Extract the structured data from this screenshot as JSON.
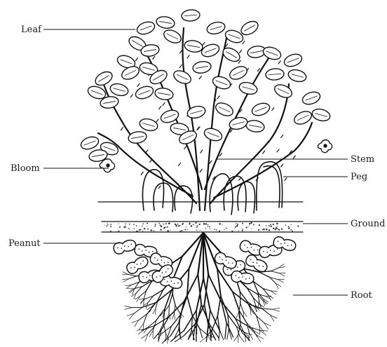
{
  "labels": {
    "leaf": "Leaf",
    "bloom": "Bloom",
    "peanut": "Peanut",
    "stem": "Stem",
    "peg": "Peg",
    "ground": "Ground",
    "root": "Root"
  },
  "colors": {
    "ink": "#111111",
    "background": "#ffffff"
  }
}
